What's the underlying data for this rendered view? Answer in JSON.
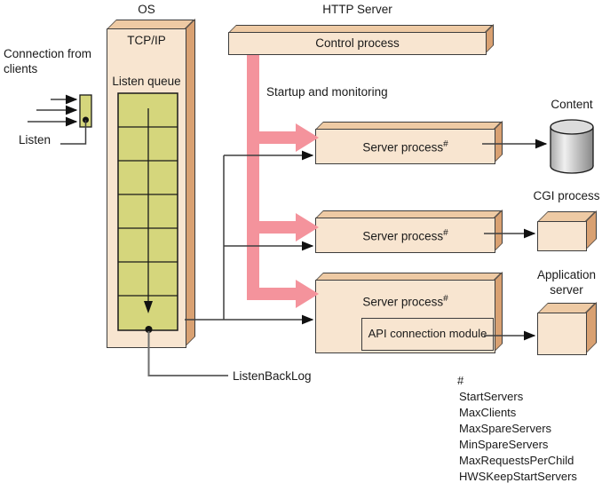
{
  "titles": {
    "os": "OS",
    "http_server": "HTTP Server"
  },
  "os_box": {
    "tcpip": "TCP/IP",
    "listen_queue": "Listen queue"
  },
  "client": {
    "connection": "Connection from clients",
    "listen": "Listen"
  },
  "processes": {
    "control": "Control process",
    "startup": "Startup and monitoring",
    "server": "Server process",
    "server_marker": "#",
    "api_module": "API connection module"
  },
  "targets": {
    "content": "Content",
    "cgi": "CGI process",
    "app_line1": "Application",
    "app_line2": "server"
  },
  "listen_backlog": "ListenBackLog",
  "legend": {
    "marker": "#",
    "items": [
      "StartServers",
      "MaxClients",
      "MaxSpareServers",
      "MinSpareServers",
      "MaxRequestsPerChild",
      "HWSKeepStartServers"
    ]
  },
  "colors": {
    "box_front": "#f8e5d0",
    "box_top": "#eecaa4",
    "box_side": "#d9a172",
    "edge": "#3d3d3d",
    "queue_fill": "#d5d67c",
    "pink": "#f4939c",
    "line": "#3f3f3f",
    "backlog_line": "#6e6e6e",
    "text": "#1a1a1a",
    "cyl_top": "#dcdcdc"
  }
}
